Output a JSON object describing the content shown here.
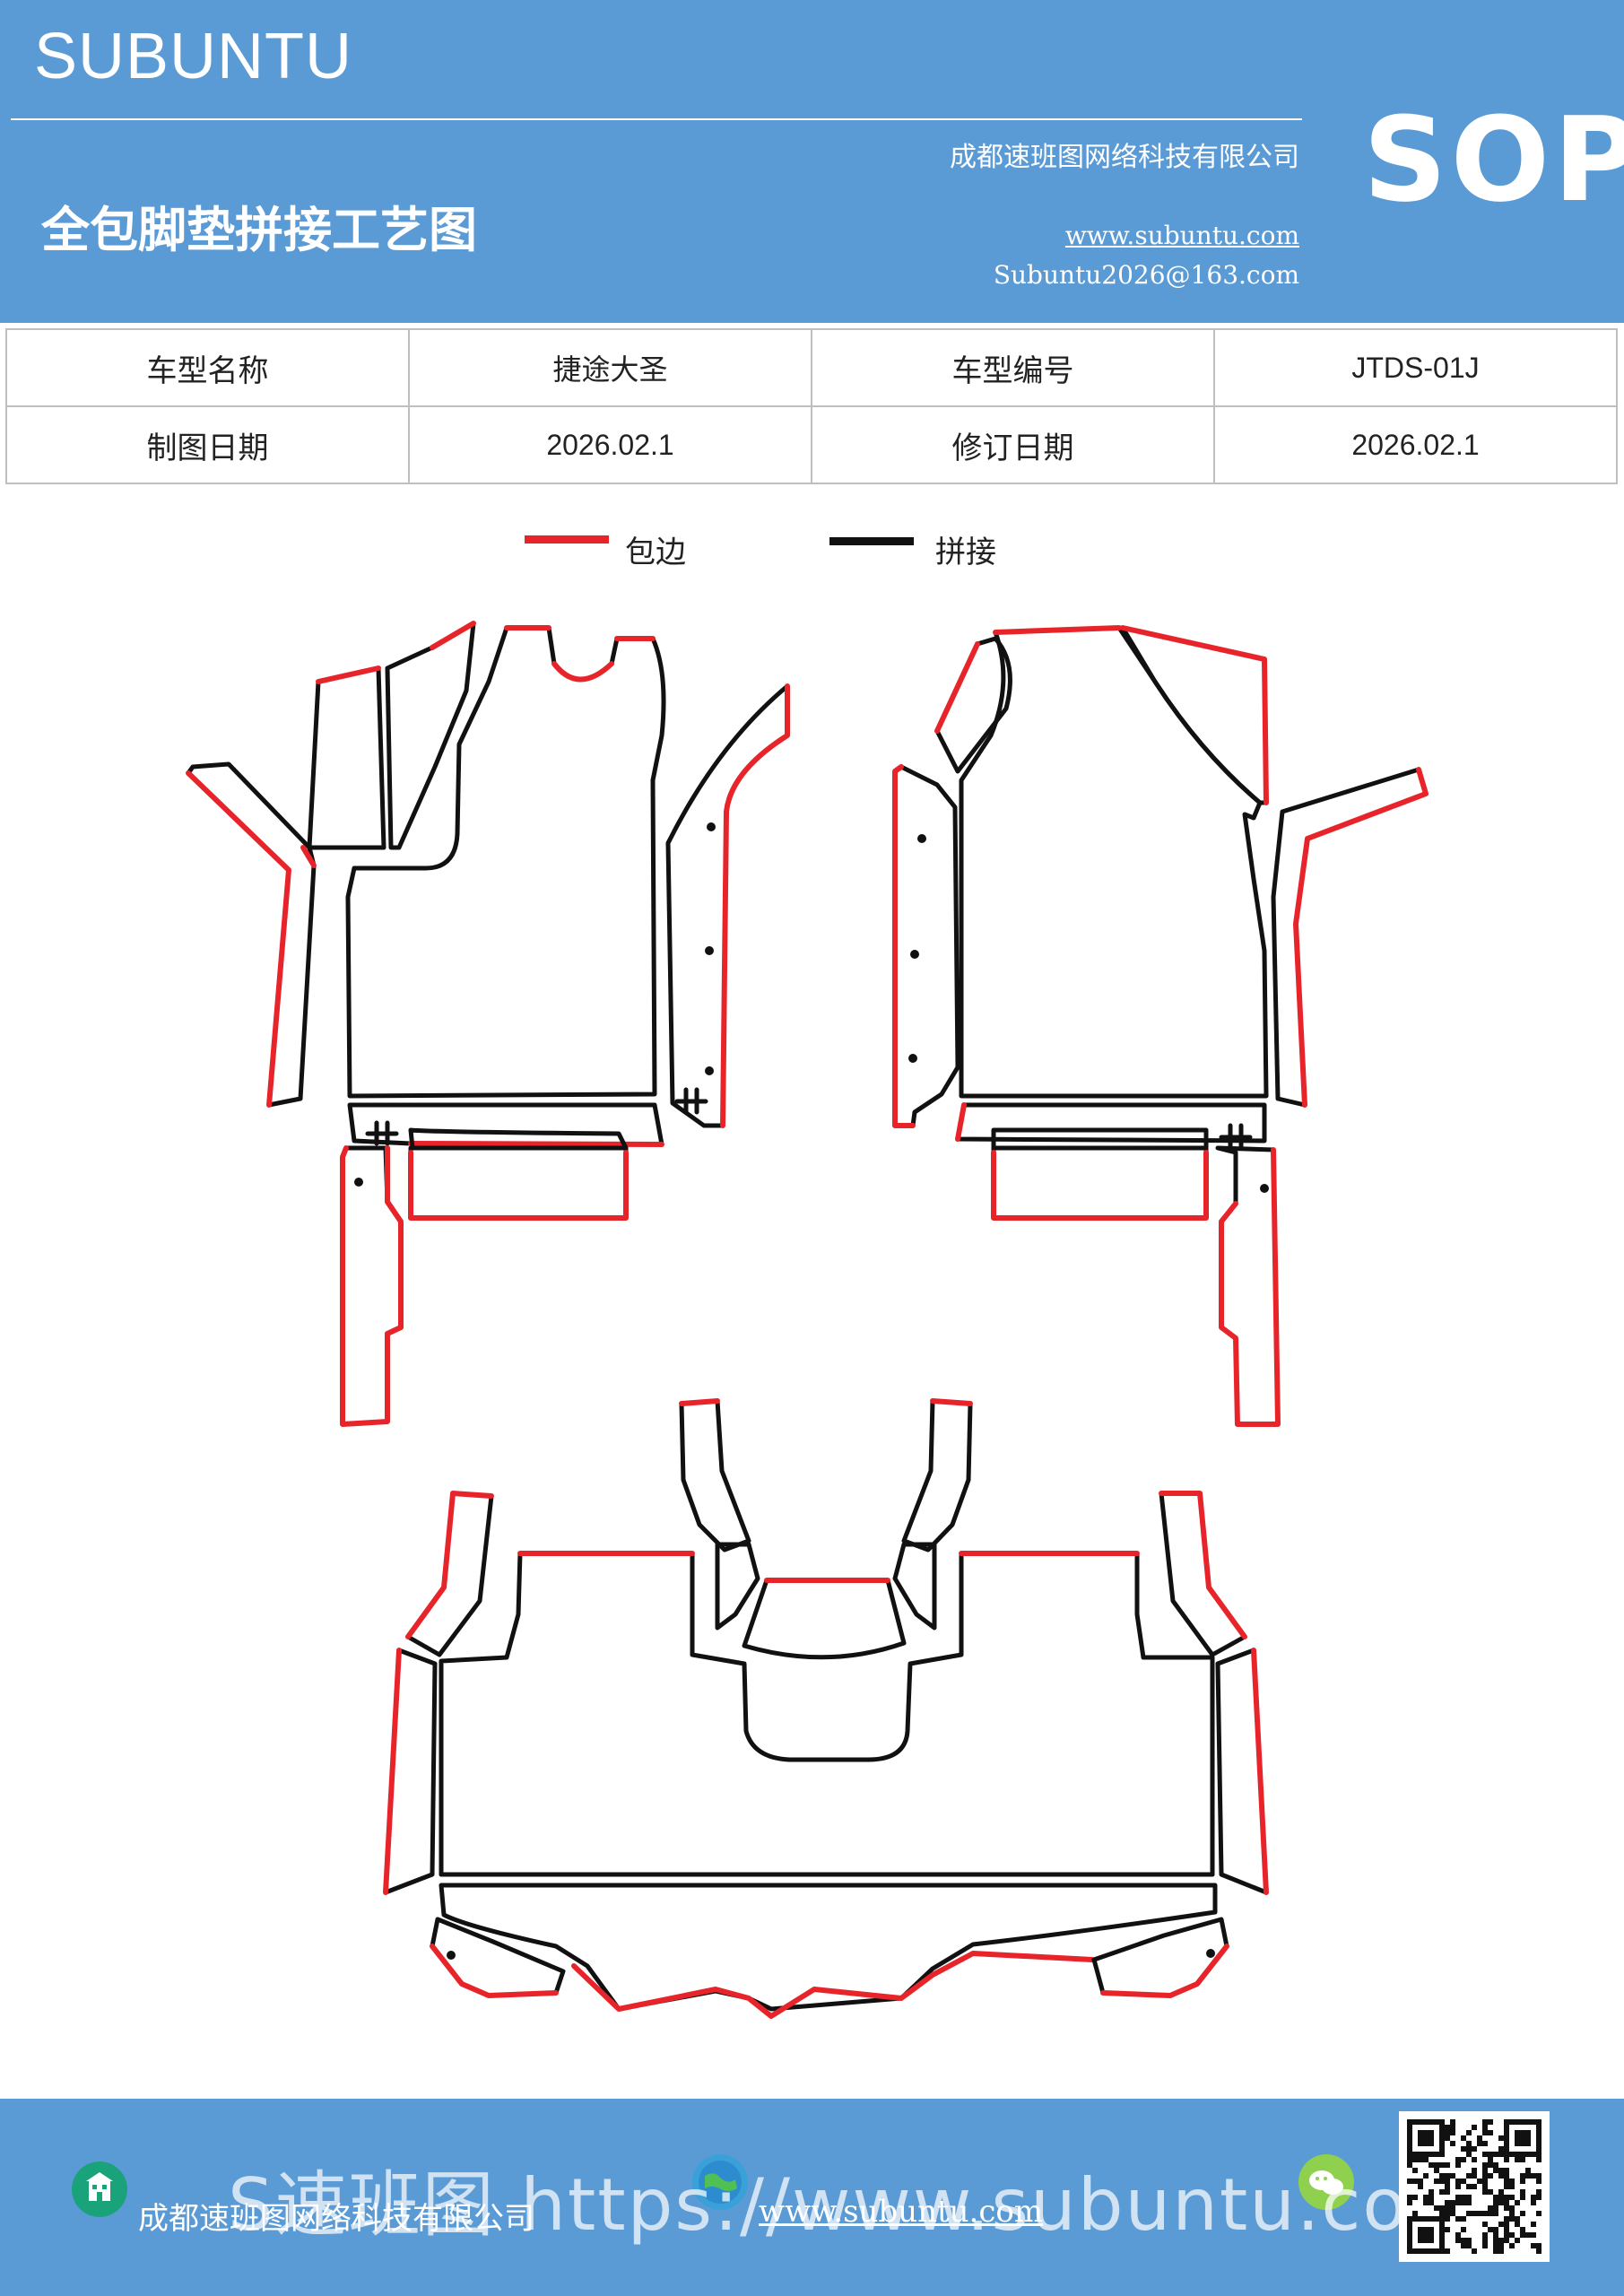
{
  "header": {
    "brand": "SUBUNTU",
    "company": "成都速班图网络科技有限公司",
    "title": "全包脚垫拼接工艺图",
    "website": "www.subuntu.com",
    "email": "Subuntu2026@163.com",
    "badge": "SOP"
  },
  "info_table": {
    "rows": [
      [
        {
          "label": "车型名称"
        },
        {
          "value": "捷途大圣"
        },
        {
          "label": "车型编号"
        },
        {
          "value": "JTDS-01J"
        }
      ],
      [
        {
          "label": "制图日期"
        },
        {
          "value": "2026.02.1"
        },
        {
          "label": "修订日期"
        },
        {
          "value": "2026.02.1"
        }
      ]
    ]
  },
  "legend": [
    {
      "label": "包边",
      "color": "#e8242b"
    },
    {
      "label": "拼接",
      "color": "#111111"
    }
  ],
  "colors": {
    "header_bg": "#5b9bd5",
    "edge_binding": "#e8242b",
    "seam": "#111111"
  },
  "footer": {
    "company": "成都速班图网络科技有限公司",
    "url": "www.subuntu.com",
    "watermark": "S速班图 https://www.subuntu.com",
    "icons": [
      "building-icon",
      "globe-icon",
      "wechat-icon"
    ]
  }
}
